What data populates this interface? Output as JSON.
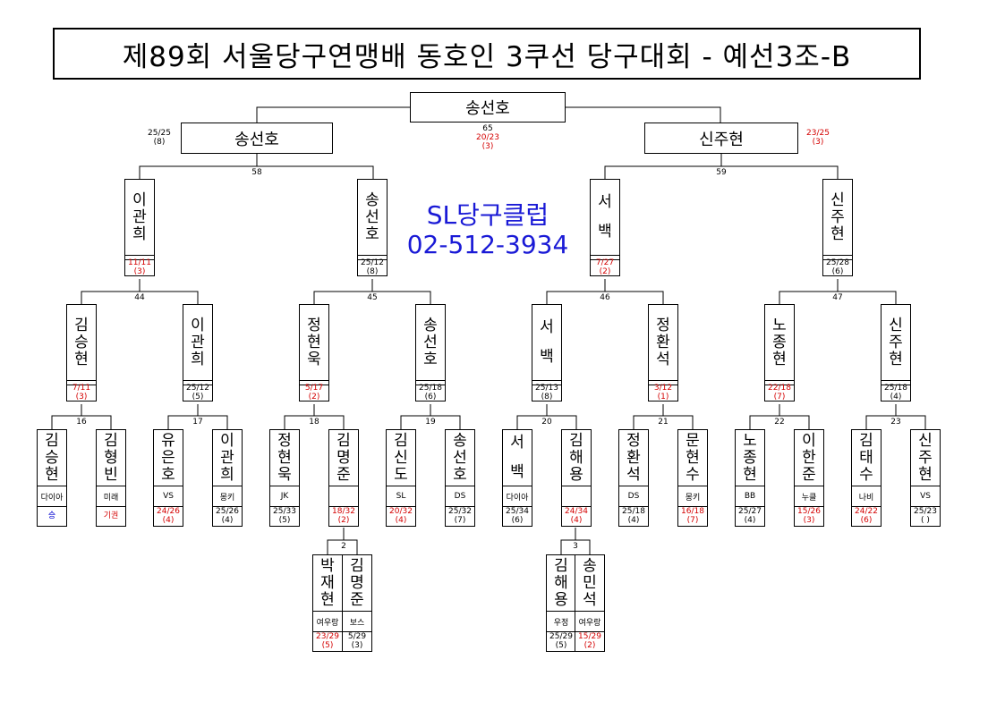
{
  "title": "제89회 서울당구연맹배 동호인 3쿠선 당구대회 - 예선3조-B",
  "banner": {
    "club": "SL당구클럽",
    "phone": "02-512-3934"
  },
  "final": {
    "winner": "송선호",
    "match_no": "65",
    "loser_score": "20/23",
    "loser_avg": "(3)"
  },
  "semi_left": {
    "name": "송선호",
    "score": "25/25",
    "avg": "(8)"
  },
  "semi_right": {
    "name": "신주현",
    "score": "23/25",
    "avg": "(3)"
  },
  "match_nums": {
    "m58": "58",
    "m59": "59",
    "m44": "44",
    "m45": "45",
    "m46": "46",
    "m47": "47",
    "m16": "16",
    "m17": "17",
    "m18": "18",
    "m19": "19",
    "m20": "20",
    "m21": "21",
    "m22": "22",
    "m23": "23",
    "m2": "2",
    "m3": "3"
  },
  "r3": [
    {
      "name": "이관희",
      "score": "11/11",
      "avg": "(3)",
      "lose": true
    },
    {
      "name": "송선호",
      "score": "25/12",
      "avg": "(8)",
      "lose": false
    },
    {
      "name": "서 백",
      "score": "7/27",
      "avg": "(2)",
      "lose": true
    },
    {
      "name": "신주현",
      "score": "25/28",
      "avg": "(6)",
      "lose": false
    }
  ],
  "r2": [
    {
      "name": "김승현",
      "score": "7/11",
      "avg": "(3)",
      "lose": true
    },
    {
      "name": "이관희",
      "score": "25/12",
      "avg": "(5)",
      "lose": false
    },
    {
      "name": "정현욱",
      "score": "5/17",
      "avg": "(2)",
      "lose": true
    },
    {
      "name": "송선호",
      "score": "25/18",
      "avg": "(6)",
      "lose": false
    },
    {
      "name": "서 백",
      "score": "25/13",
      "avg": "(8)",
      "lose": false
    },
    {
      "name": "정환석",
      "score": "3/12",
      "avg": "(1)",
      "lose": true
    },
    {
      "name": "노종현",
      "score": "22/18",
      "avg": "(7)",
      "lose": true
    },
    {
      "name": "신주현",
      "score": "25/18",
      "avg": "(4)",
      "lose": false
    }
  ],
  "r1": [
    {
      "name": "김승현",
      "club": "다이아",
      "score": "승",
      "avg": "",
      "tone": "blue"
    },
    {
      "name": "김형빈",
      "club": "미래",
      "score": "기권",
      "avg": "",
      "tone": "red"
    },
    {
      "name": "유은호",
      "club": "VS",
      "score": "24/26",
      "avg": "(4)",
      "tone": "red"
    },
    {
      "name": "이관희",
      "club": "몽키",
      "score": "25/26",
      "avg": "(4)",
      "tone": ""
    },
    {
      "name": "정현욱",
      "club": "JK",
      "score": "25/33",
      "avg": "(5)",
      "tone": ""
    },
    {
      "name": "김명준",
      "club": "",
      "score": "18/32",
      "avg": "(2)",
      "tone": "red"
    },
    {
      "name": "김신도",
      "club": "SL",
      "score": "20/32",
      "avg": "(4)",
      "tone": "red"
    },
    {
      "name": "송선호",
      "club": "DS",
      "score": "25/32",
      "avg": "(7)",
      "tone": ""
    },
    {
      "name": "서 백",
      "club": "다이아",
      "score": "25/34",
      "avg": "(6)",
      "tone": ""
    },
    {
      "name": "김해용",
      "club": "",
      "score": "24/34",
      "avg": "(4)",
      "tone": "red"
    },
    {
      "name": "정환석",
      "club": "DS",
      "score": "25/18",
      "avg": "(4)",
      "tone": ""
    },
    {
      "name": "문현수",
      "club": "몽키",
      "score": "16/18",
      "avg": "(7)",
      "tone": "red"
    },
    {
      "name": "노종현",
      "club": "BB",
      "score": "25/27",
      "avg": "(4)",
      "tone": ""
    },
    {
      "name": "이한준",
      "club": "누클",
      "score": "15/26",
      "avg": "(3)",
      "tone": "red"
    },
    {
      "name": "김태수",
      "club": "나비",
      "score": "24/22",
      "avg": "(6)",
      "tone": "red"
    },
    {
      "name": "신주현",
      "club": "VS",
      "score": "25/23",
      "avg": "( )",
      "tone": ""
    }
  ],
  "r0": [
    {
      "name": "박재현",
      "club": "여우랑",
      "score": "23/29",
      "avg": "(5)",
      "tone": "red"
    },
    {
      "name": "김명준",
      "club": "보스",
      "score": "5/29",
      "avg": "(3)",
      "tone": ""
    },
    {
      "name": "김해용",
      "club": "우정",
      "score": "25/29",
      "avg": "(5)",
      "tone": ""
    },
    {
      "name": "송민석",
      "club": "여우랑",
      "score": "15/29",
      "avg": "(2)",
      "tone": "red"
    }
  ]
}
